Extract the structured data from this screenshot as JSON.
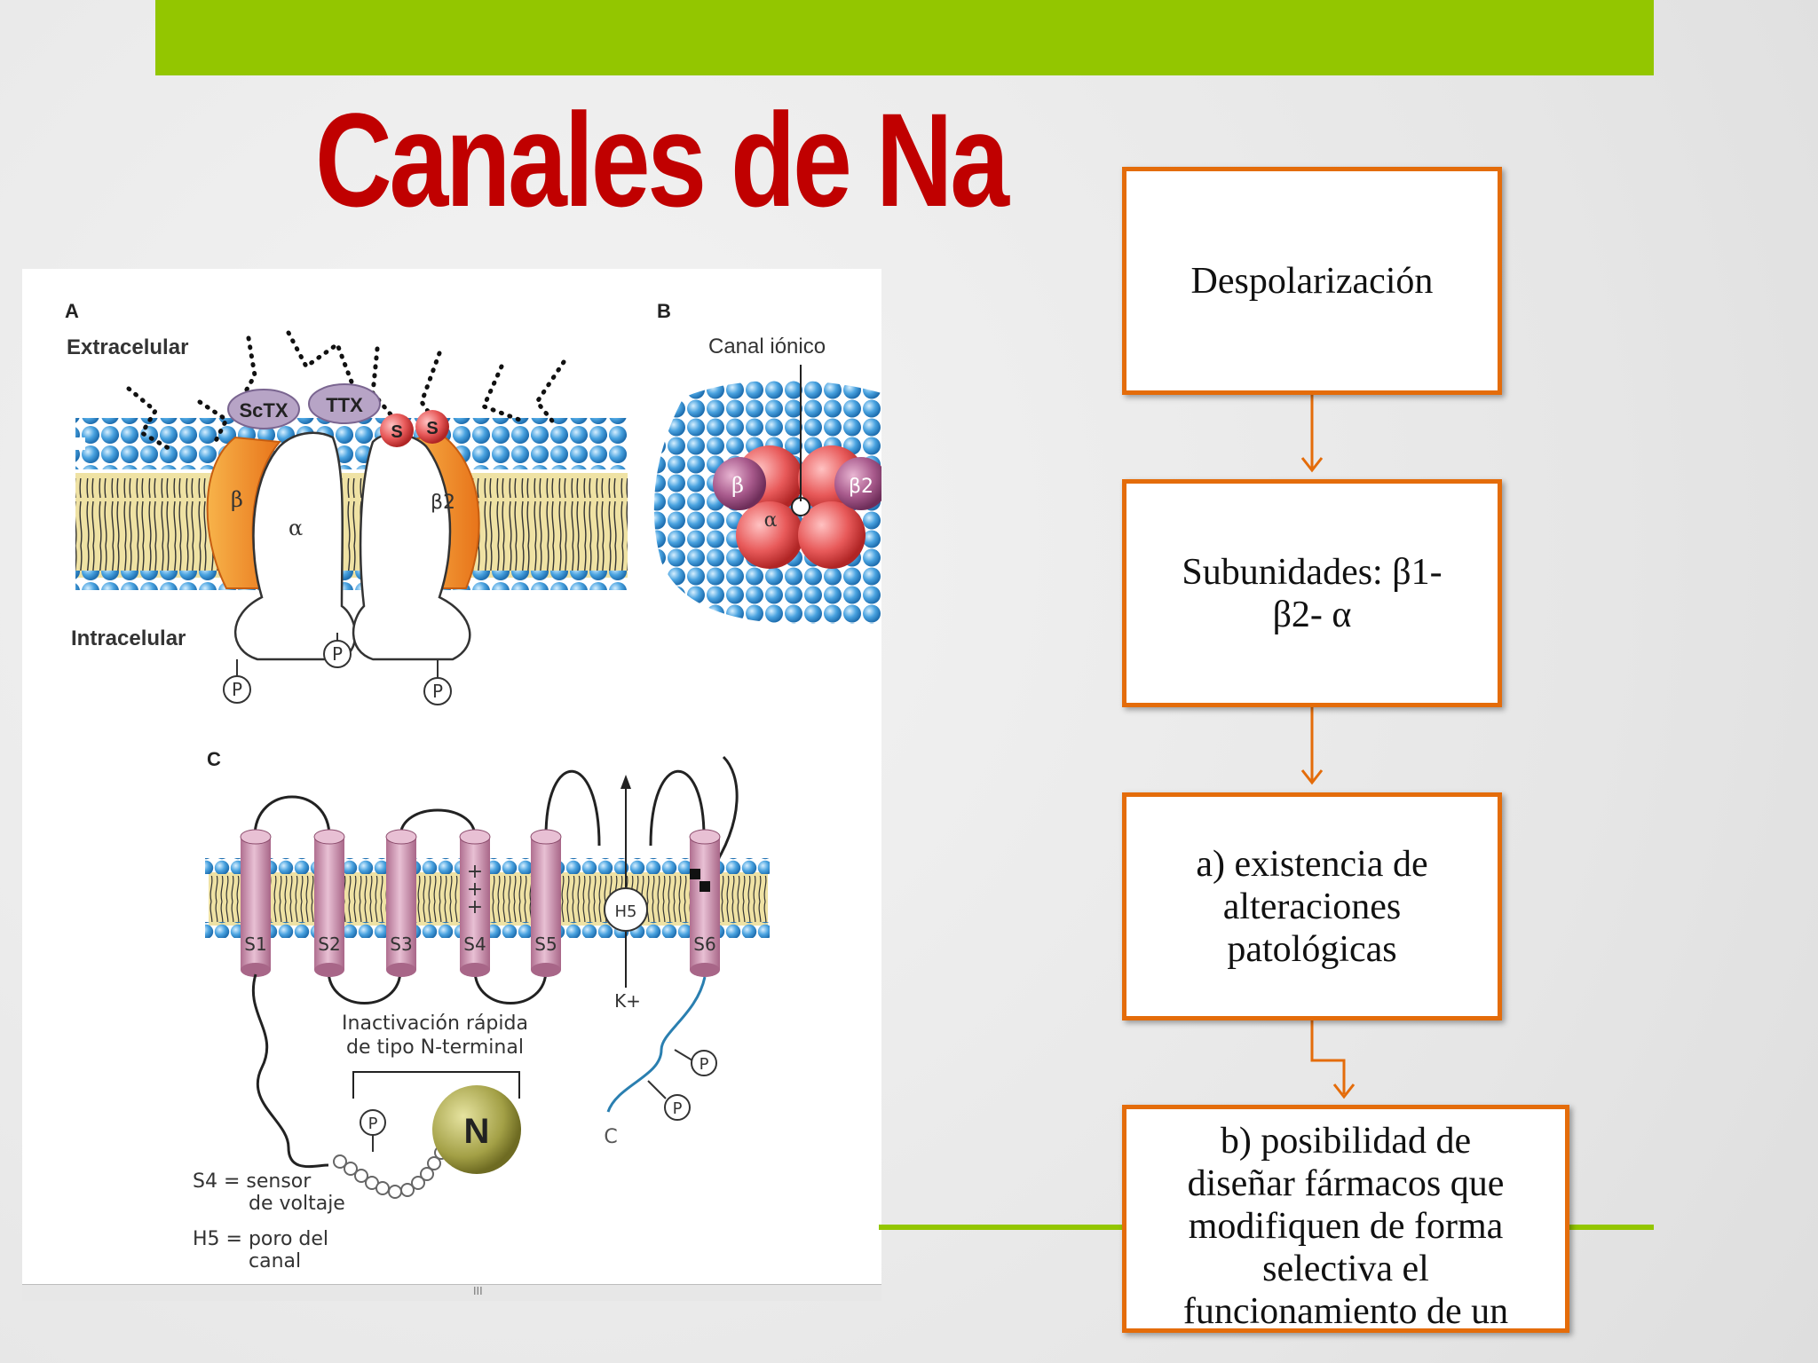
{
  "slide": {
    "title": "Canales de Na"
  },
  "figure": {
    "panel_a": {
      "letter": "A",
      "extracellular": "Extracelular",
      "intracellular": "Intracelular",
      "toxin_1": "ScTX",
      "toxin_2": "TTX",
      "disulfide_left": "S",
      "disulfide_right": "S",
      "beta": "β",
      "alpha": "α",
      "beta2": "β2",
      "phospho": "P"
    },
    "panel_b": {
      "letter": "B",
      "pore_label": "Canal iónico",
      "beta": "β",
      "beta2": "β2",
      "alpha": "α"
    },
    "panel_c": {
      "letter": "C",
      "segments": [
        "S1",
        "S2",
        "S3",
        "S4",
        "S5",
        "S6"
      ],
      "charges": "+",
      "h5": "H5",
      "k_ion": "K+",
      "n_term": "N",
      "c_term": "C",
      "phospho": "P",
      "inactivation_1": "Inactivación rápida",
      "inactivation_2": "de tipo N-terminal",
      "legend_s4_1": "S4 = sensor",
      "legend_s4_2": "de voltaje",
      "legend_h5_1": "H5 = poro del",
      "legend_h5_2": "canal"
    },
    "scroll_glyph": "III"
  },
  "flow": {
    "step1": "Despolarización",
    "step2": [
      "Subunidades: β1-",
      "β2- α"
    ],
    "step3": [
      "a) existencia de",
      "alteraciones",
      "patológicas"
    ],
    "step4": [
      "b) posibilidad de",
      "diseñar fármacos que",
      "modifiquen de forma",
      "selectiva el",
      "funcionamiento de un"
    ]
  },
  "colors": {
    "accent_green": "#93c600",
    "title_red": "#c00000",
    "box_border": "#e46c0a",
    "membrane_blue": "#4aa3e0",
    "subunit_orange": "#f08a24",
    "segment_pink": "#c98aa8"
  }
}
